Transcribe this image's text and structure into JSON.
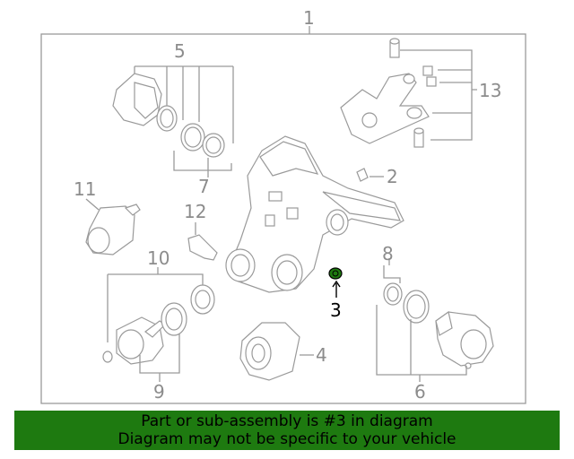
{
  "callouts": {
    "assembly": "1",
    "plug": "2",
    "highlighted": "3",
    "mount": "4",
    "cover_set": "5",
    "flange_set": "6",
    "seal_set": "7",
    "ring_set": "8",
    "gear_set": "9",
    "diff_set": "10",
    "motor": "11",
    "sensor": "12",
    "bushing_set": "13"
  },
  "banner": {
    "line1": "Part or sub-assembly is #3 in diagram",
    "line2": "Diagram may not be specific to your vehicle"
  },
  "colors": {
    "diagram_line": "#9a9a9a",
    "label": "#8c8c8c",
    "highlight": "#1e7a10",
    "banner_bg": "#1e7a10"
  }
}
